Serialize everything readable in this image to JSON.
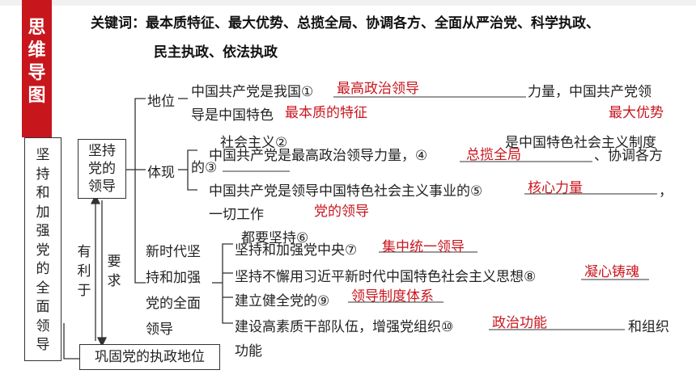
{
  "sidebar_tag": [
    "思",
    "维",
    "导",
    "图"
  ],
  "keywords": {
    "line1": "关键词：最本质特征、最大优势、总揽全局、协调各方、全面从严治党、科学执政、",
    "line2": "民主执政、依法执政"
  },
  "left_box": [
    "坚",
    "持",
    "和",
    "加",
    "强",
    "党",
    "的",
    "全",
    "面",
    "领",
    "导"
  ],
  "boxes": {
    "jianchi": [
      "坚持",
      "党的",
      "领导"
    ],
    "gonggu": "巩固党的执政地位"
  },
  "arrows": {
    "youliyu": [
      "有",
      "利",
      "于"
    ],
    "yaoqiu": [
      "要",
      "求"
    ]
  },
  "branches": {
    "diwei": "地位",
    "tixian": "体现",
    "xinshidai": [
      "新时代坚",
      "持和加强",
      "党的全面",
      "领导"
    ]
  },
  "diwei_text": {
    "l1a": "中国共产党是我国①",
    "l1b": "力量，中国共产党领",
    "l2a": "导是中国特色",
    "l3": "社会主义②",
    "l3b": "是中国特色社会主义制度",
    "l4": "的③"
  },
  "tixian_text": {
    "l1a": "中国共产党是最高政治领导力量，④",
    "l1b": "、协调各方",
    "l2a": "中国共产党是领导中国特色社会主义事业的⑤",
    "l2b": "，",
    "l3": "一切工作",
    "l4": "都要坚持⑥"
  },
  "xinshidai_text": {
    "l1": "坚持和加强党中央⑦",
    "l2": "坚持不懈用习近平新时代中国特色社会主义思想⑧",
    "l3": "建立健全党的⑨",
    "l4a": "建设高素质干部队伍，增强党组织⑩",
    "l4b": "和组织",
    "l5": "功能"
  },
  "answers": {
    "a1": "最高政治领导",
    "a2": "最本质的特征",
    "a3": "最大优势",
    "a4": "总揽全局",
    "a5": "核心力量",
    "a6": "党的领导",
    "a7": "集中统一领导",
    "a8": "凝心铸魂",
    "a9": "领导制度体系",
    "a10": "政治功能"
  },
  "colors": {
    "accent": "#c8161d",
    "text": "#222222"
  }
}
